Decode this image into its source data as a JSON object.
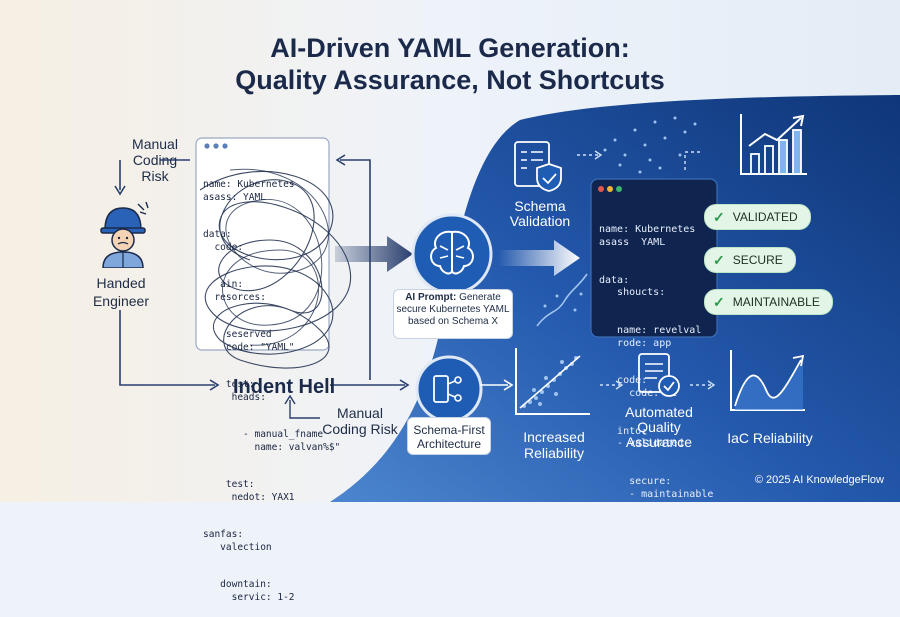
{
  "title": {
    "line1": "AI-Driven YAML Generation:",
    "line2": "Quality Assurance, Not Shortcuts"
  },
  "left": {
    "manual_risk_top": [
      "Manual",
      "Coding",
      "Risk"
    ],
    "engineer_label": [
      "Handed",
      "Engineer"
    ],
    "indent_hell": "Indent Hell",
    "manual_risk_bottom": [
      "Manual",
      "Coding Risk"
    ]
  },
  "messy_code_lines": [
    "name: Kubernetes",
    "asass: YAML",
    "data:",
    "  code:",
    "   ain:",
    "  resorces:",
    "    seserved",
    "    code: \"YAML\"",
    "    test:",
    "     heads:",
    "       - manual_fname",
    "         name: valvan%$\"",
    "    test:",
    "     nedot: YAX1",
    "sanfas:",
    "   valection",
    "   downtain:",
    "     servic: 1-2"
  ],
  "ai_prompt": {
    "bold": "AI Prompt:",
    "text": " Generate secure Kubernetes YAML based on Schema X"
  },
  "schema_first": [
    "Schema-First",
    "Architecture"
  ],
  "schema_validation": [
    "Schema",
    "Validation"
  ],
  "clean_code_lines": [
    "name: Kubernetes",
    "asass  YAML",
    "data:",
    "   shoucts:",
    "   name: revelval",
    "   rode: app",
    "   code:",
    "     code: aI",
    "   into:",
    "   - validated",
    "     secure:",
    "     - maintainable"
  ],
  "badges": [
    "VALIDATED",
    "SECURE",
    "MAINTAINABLE"
  ],
  "bottom_labels": {
    "increased_reliability": [
      "Increased",
      "Reliability"
    ],
    "automated_qa": [
      "Automated",
      "Quality",
      "Assurance"
    ],
    "iac_reliability": "IaC Reliability"
  },
  "copyright": "© 2025 AI KnowledgeFlow",
  "colors": {
    "navy": "#1b2a4a",
    "blue_dark": "#123a78",
    "blue_mid": "#2a62b8",
    "badge_bg": "#e3f5e7",
    "check": "#2c9a4a"
  },
  "icons": [
    "warning-icon",
    "engineer-icon",
    "brain-icon",
    "schema-shield-icon",
    "flow-icon",
    "check-icon",
    "bar-chart-icon",
    "line-chart-icon",
    "scatter-chart-icon",
    "document-check-icon"
  ]
}
